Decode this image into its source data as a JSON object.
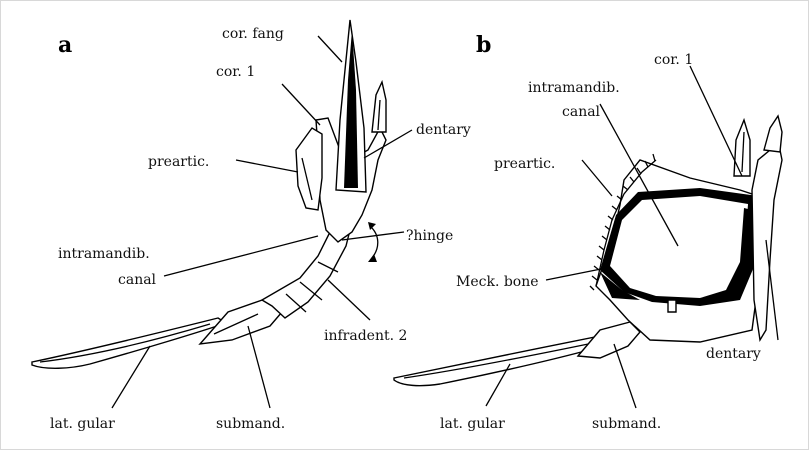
{
  "panels": {
    "a": "a",
    "b": "b"
  },
  "labels_a": {
    "cor_fang": "cor. fang",
    "cor_1": "cor. 1",
    "dentary": "dentary",
    "preartic": "preartic.",
    "hinge": "?hinge",
    "intramandib_1": "intramandib.",
    "intramandib_2": "canal",
    "infradent": "infradent. 2",
    "lat_gular": "lat. gular",
    "submand": "submand."
  },
  "labels_b": {
    "cor_1": "cor. 1",
    "intramandib_1": "intramandib.",
    "intramandib_2": "canal",
    "preartic": "preartic.",
    "meck_bone": "Meck. bone",
    "dentary": "dentary",
    "lat_gular": "lat. gular",
    "submand": "submand."
  }
}
